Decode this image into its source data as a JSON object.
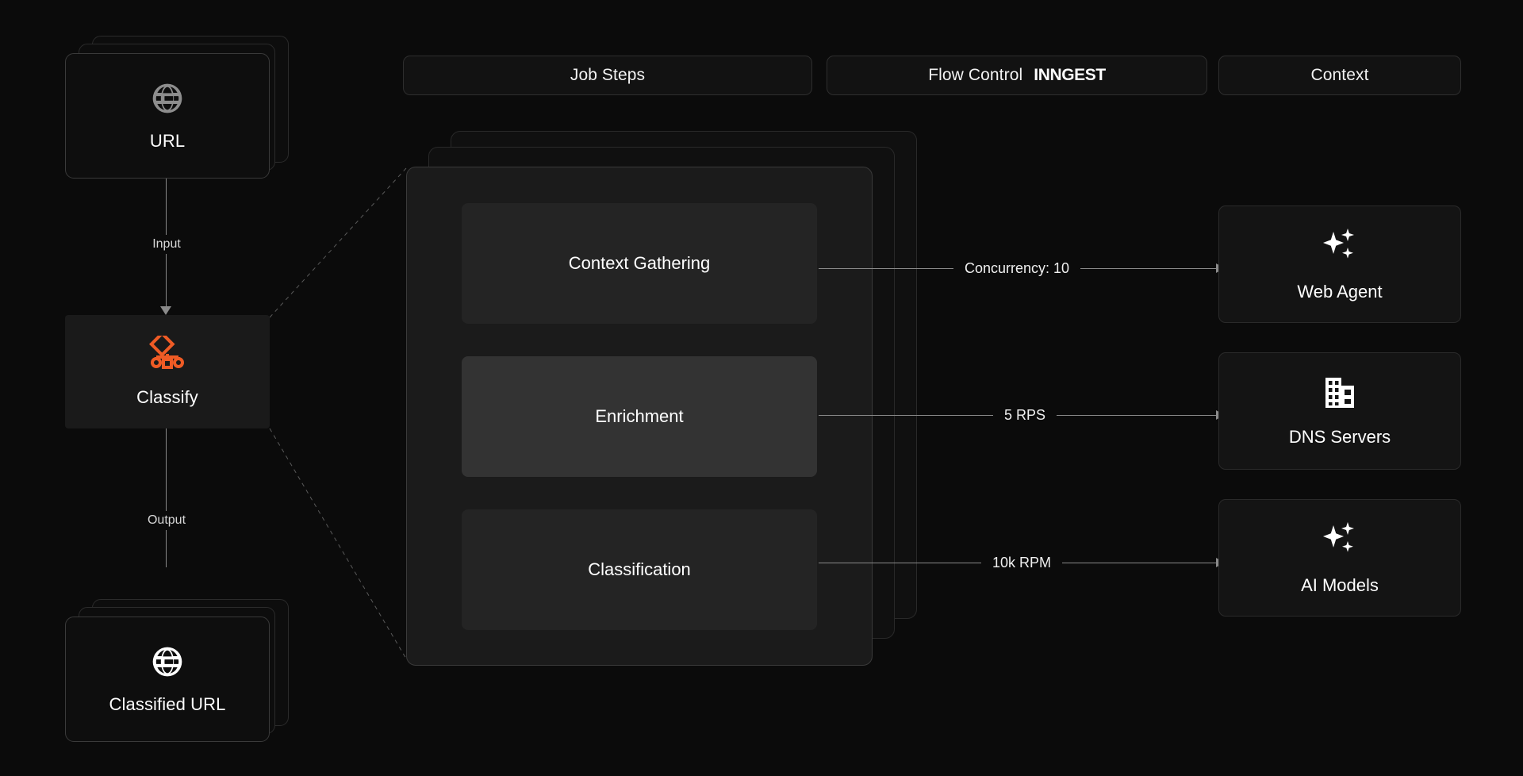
{
  "header": {
    "tabs": [
      {
        "label": "Job Steps",
        "brand": ""
      },
      {
        "label": "Flow Control",
        "brand": "INNGEST"
      },
      {
        "label": "Context",
        "brand": ""
      }
    ]
  },
  "left_column": {
    "input_node": {
      "label": "URL",
      "icon": "globe-icon",
      "icon_color": "#8d8d8d"
    },
    "input_edge_label": "Input",
    "process_node": {
      "label": "Classify",
      "icon": "workflow-branch-icon",
      "icon_color": "#ef5b25"
    },
    "output_edge_label": "Output",
    "output_node": {
      "label": "Classified URL",
      "icon": "globe-icon",
      "icon_color": "#ffffff"
    }
  },
  "job_steps_panel": {
    "steps": [
      {
        "label": "Context Gathering",
        "highlighted": false
      },
      {
        "label": "Enrichment",
        "highlighted": true
      },
      {
        "label": "Classification",
        "highlighted": false
      }
    ]
  },
  "flow_control_edges": [
    {
      "label": "Concurrency: 10"
    },
    {
      "label": "5 RPS"
    },
    {
      "label": "10k RPM"
    }
  ],
  "context_cards": [
    {
      "label": "Web Agent",
      "icon": "sparkles-icon"
    },
    {
      "label": "DNS Servers",
      "icon": "building-icon"
    },
    {
      "label": "AI Models",
      "icon": "sparkles-icon"
    }
  ],
  "colors": {
    "background": "#0b0b0b",
    "accent_orange": "#ef5b25",
    "edge_grey": "#8a8a8a",
    "card_surface": "#141414",
    "step_surface": "#242424",
    "step_highlight": "#333333"
  }
}
